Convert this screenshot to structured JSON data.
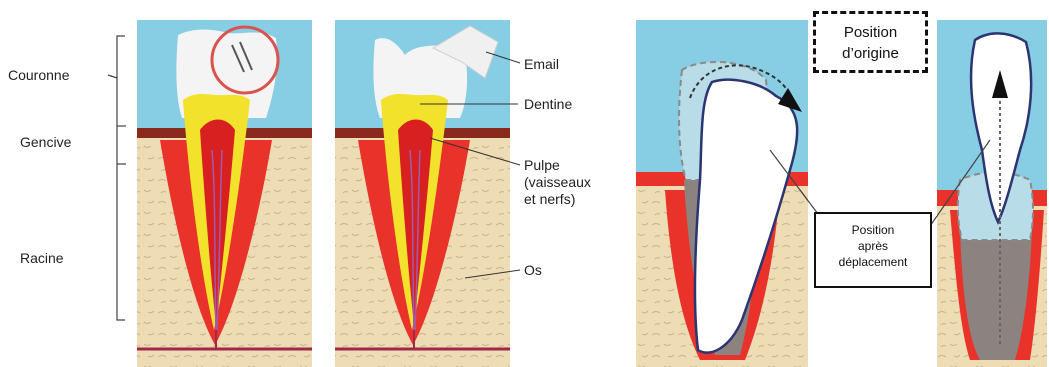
{
  "left_labels": {
    "couronne": "Couronne",
    "gencive": "Gencive",
    "racine": "Racine"
  },
  "right_labels": {
    "email": "Email",
    "dentine": "Dentine",
    "pulpe_1": "Pulpe",
    "pulpe_2": "(vaisseaux",
    "pulpe_3": "et nerfs)",
    "os": "Os"
  },
  "origin_box": {
    "line1": "Position",
    "line2": "d’origine"
  },
  "after_box": {
    "line1": "Position",
    "line2": "après",
    "line3": "déplacement"
  },
  "colors": {
    "sky": "#87cde4",
    "gum": "#8a2a1e",
    "gum_red": "#e8322a",
    "bone": "#eedcb4",
    "enamel": "#f4f4f4",
    "dentin": "#f2e22c",
    "pulp": "#d92020",
    "root_outline": "#3a3a6a",
    "ghost": "#b8dce8"
  }
}
